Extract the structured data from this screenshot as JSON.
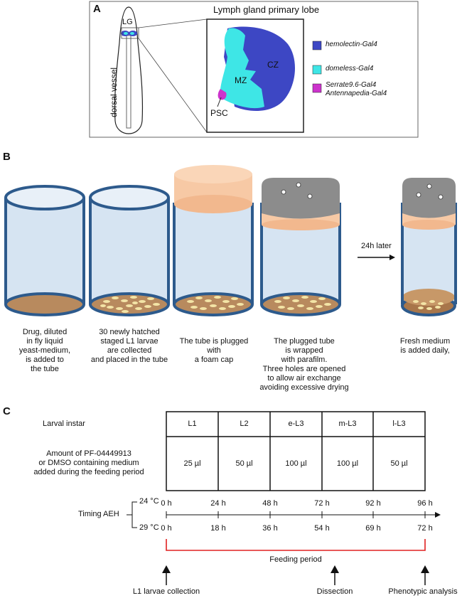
{
  "panels": {
    "a": "A",
    "b": "B",
    "c": "C"
  },
  "panelA": {
    "title": "Lymph gland primary lobe",
    "lg": "LG",
    "vessel": "dorsal vessel",
    "cz": "CZ",
    "mz": "MZ",
    "psc": "PSC",
    "legend": [
      {
        "label": "hemolectin-Gal4",
        "color": "#3d47c4"
      },
      {
        "label": "domeless-Gal4",
        "color": "#3ee6e6"
      },
      {
        "label": "Serrate9.6-Gal4\nAntennapedia-Gal4",
        "color": "#cc33cc"
      }
    ]
  },
  "panelB": {
    "arrow_label": "24h later",
    "captions": [
      "Drug, diluted\nin fly liquid\nyeast-medium,\nis added to\nthe tube",
      "30 newly hatched\nstaged L1 larvae\nare collected\nand placed in the tube",
      "The tube is plugged\nwith\na foam cap",
      "The plugged tube\nis wrapped\nwith parafilm.\nThree holes are opened\nto allow air exchange\navoiding excessive drying",
      "Fresh medium\nis added daily,"
    ]
  },
  "panelC": {
    "instar_label": "Larval instar",
    "amount_label": "Amount of PF-04449913\nor DMSO containing medium\nadded during the feeding period",
    "instars": [
      "L1",
      "L2",
      "e-L3",
      "m-L3",
      "l-L3"
    ],
    "amounts": [
      "25 µl",
      "50 µl",
      "100 µl",
      "100 µl",
      "50 µl"
    ],
    "timing_label": "Timing AEH",
    "temp_top": "24 °C",
    "temp_bottom": "29 °C",
    "times_24": [
      "0 h",
      "24 h",
      "48 h",
      "72 h",
      "92 h",
      "96 h"
    ],
    "times_29": [
      "0 h",
      "18 h",
      "36 h",
      "54 h",
      "69 h",
      "72 h"
    ],
    "feeding": "Feeding period",
    "events": [
      "L1 larvae collection",
      "Dissection",
      "Phenotypic analysis"
    ]
  },
  "colors": {
    "tube_rim": "#2d5a8c",
    "tube_fill": "#d6e4f2",
    "medium": "#b88a5e",
    "larva": "#f3e4a6",
    "foam": "#f7c9a5",
    "parafilm": "#8c8c8c",
    "feeding_line": "#e02020"
  }
}
